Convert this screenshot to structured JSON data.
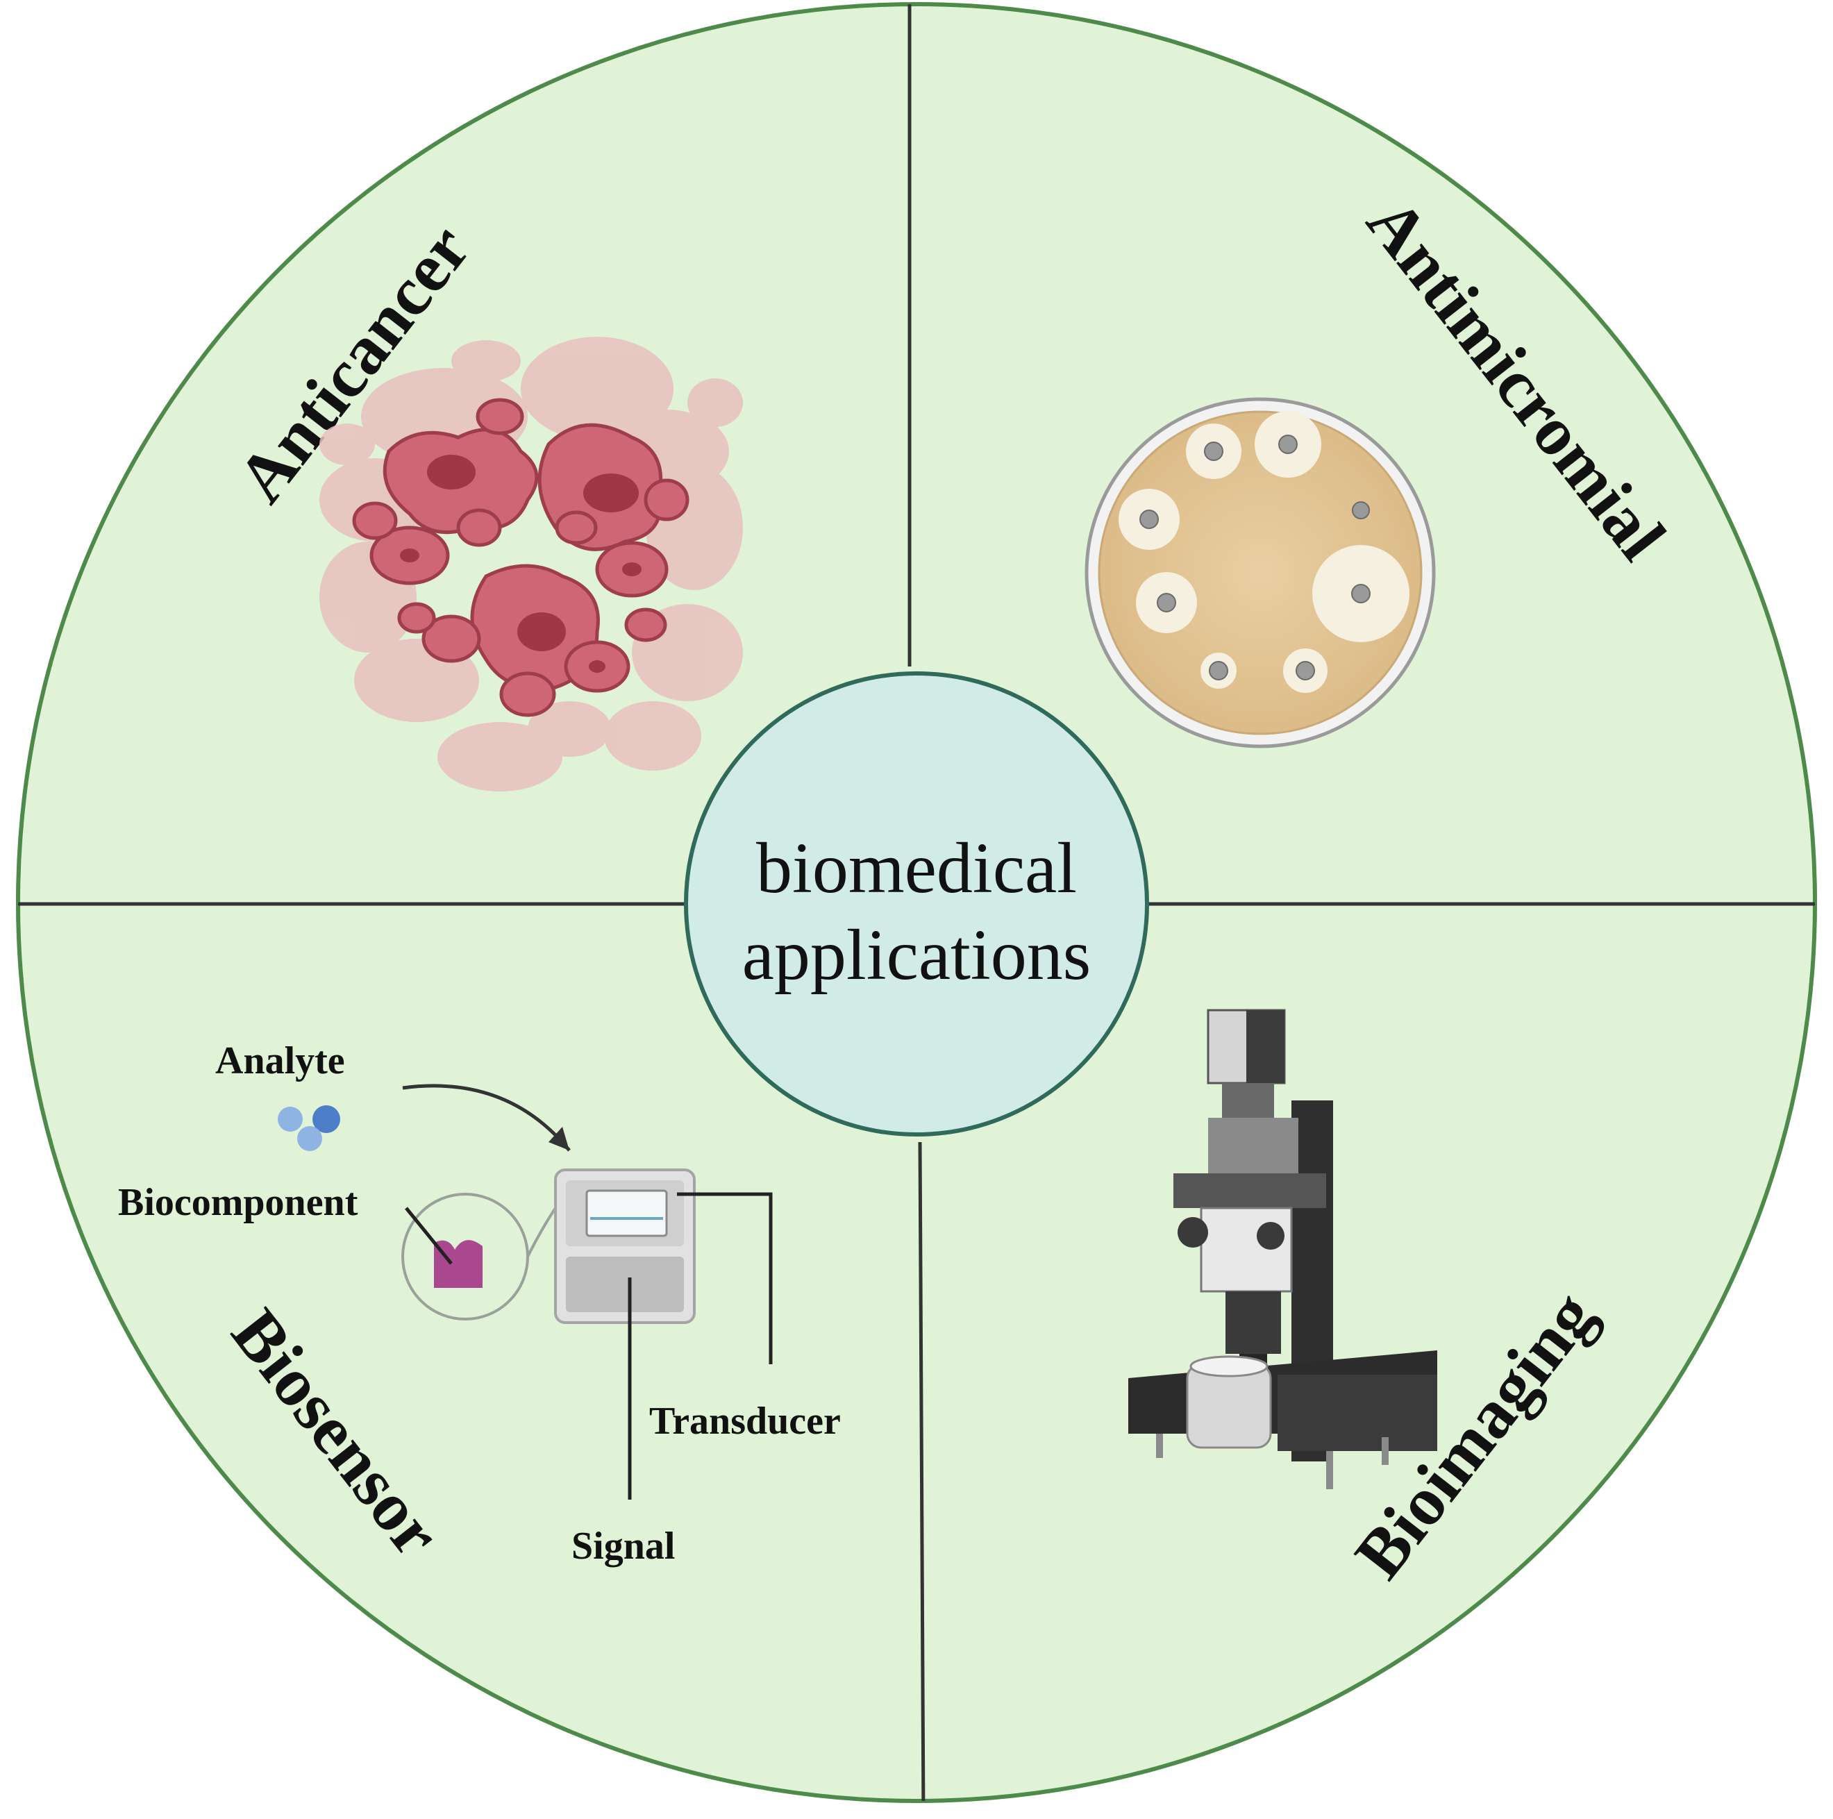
{
  "center": {
    "line1": "biomedical",
    "line2": "applications"
  },
  "quadrants": {
    "anticancer": {
      "title": "Anticancer"
    },
    "antimicrobial": {
      "title": "Antimicromial"
    },
    "biosensor": {
      "title": "Biosensor",
      "labels": {
        "analyte": "Analyte",
        "biocomponent": "Biocomponent",
        "transducer": "Transducer",
        "signal": "Signal"
      }
    },
    "bioimaging": {
      "title": "Bioimaging"
    }
  },
  "colors": {
    "disk_fill": "#e0f3d6",
    "disk_border": "#4e8a4a",
    "divider": "#333333",
    "center_fill": "#d1ebe6",
    "center_border": "#2f6a5a",
    "cell_dark": "#c85a68",
    "cell_light": "#e6b9b9",
    "agar": "#e5c89a",
    "biocomponent": "#a9488f",
    "analyte": "#4d7fc9"
  },
  "icons": [
    "cancer-cells-icon",
    "petri-dish-icon",
    "biosensor-device-icon",
    "microscope-icon"
  ]
}
